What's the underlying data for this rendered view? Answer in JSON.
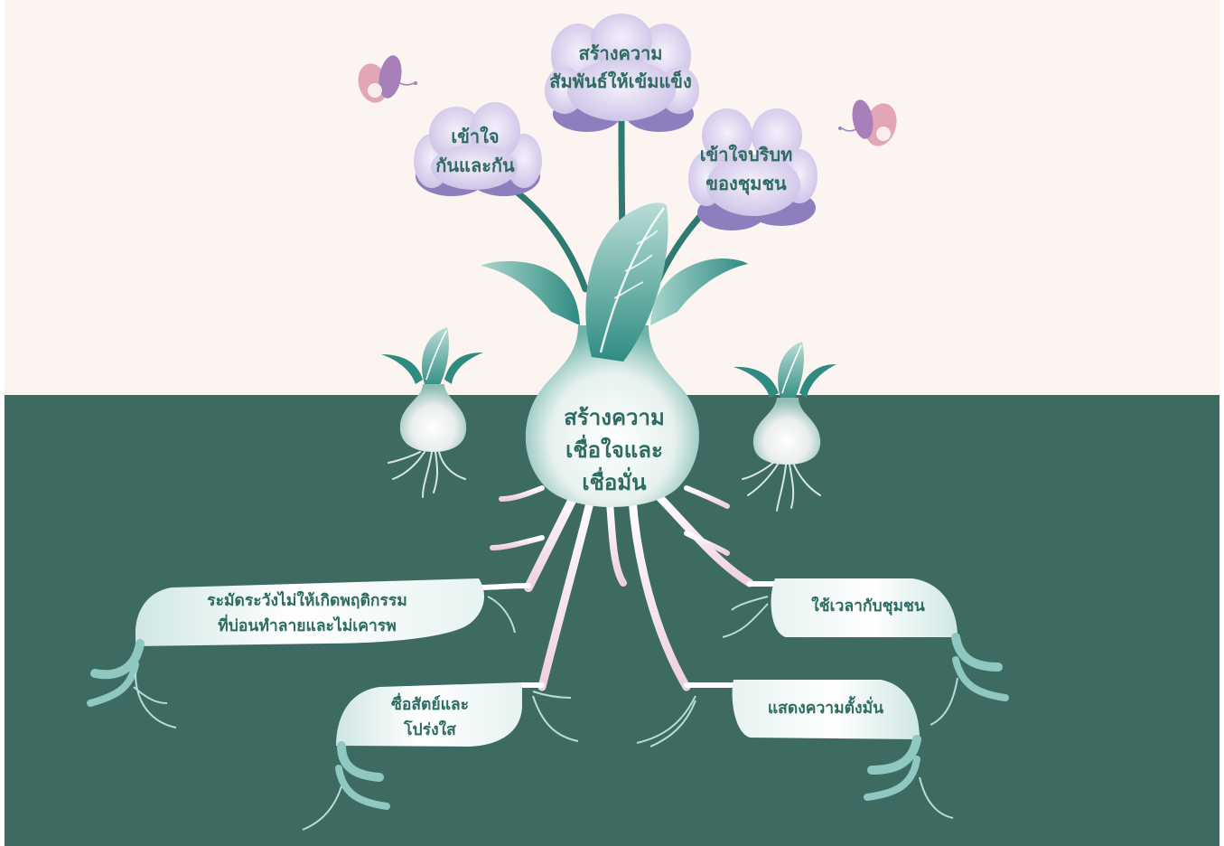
{
  "colors": {
    "sky": "#fbf4f1",
    "soil": "#3d6b62",
    "petal": "#ddd5ee",
    "petal_shadow": "#8d7fbd",
    "stem": "#2e7a70",
    "leaf": "#3a9a90",
    "bulb": "#eef4f2",
    "root": "#f0cfe0",
    "text": "#2e6c62",
    "butterfly": "#e2a6b6"
  },
  "diagram": {
    "center": {
      "line1": "สร้างความ",
      "line2": "เชื่อใจและ",
      "line3": "เชื่อมั่น"
    },
    "flowers": [
      {
        "line1": "เข้าใจ",
        "line2": "กันและกัน"
      },
      {
        "line1": "สร้างความ",
        "line2": "สัมพันธ์ให้เข้มแข็ง"
      },
      {
        "line1": "เข้าใจบริบท",
        "line2": "ของชุมชน"
      }
    ],
    "roots": [
      {
        "line1": "ระมัดระวังไม่ให้เกิดพฤติกรรม",
        "line2": "ที่บ่อนทำลายและไม่เคารพ"
      },
      {
        "line1": "ซื่อสัตย์และ",
        "line2": "โปร่งใส"
      },
      {
        "line1": "ใช้เวลากับชุมชน"
      },
      {
        "line1": "แสดงความตั้งมั่น"
      }
    ]
  }
}
